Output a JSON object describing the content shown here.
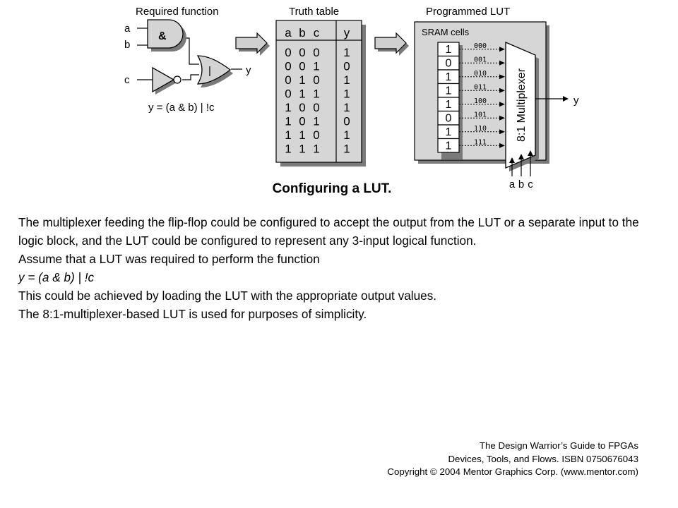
{
  "required_function": {
    "title": "Required function",
    "inputs": [
      "a",
      "b",
      "c"
    ],
    "and_symbol": "&",
    "or_symbol": "|",
    "output": "y",
    "equation": "y = (a & b) | !c"
  },
  "truth_table": {
    "title": "Truth table",
    "headers": [
      "a",
      "b",
      "c",
      "y"
    ],
    "rows": [
      [
        "0",
        "0",
        "0",
        "1"
      ],
      [
        "0",
        "0",
        "1",
        "0"
      ],
      [
        "0",
        "1",
        "0",
        "1"
      ],
      [
        "0",
        "1",
        "1",
        "1"
      ],
      [
        "1",
        "0",
        "0",
        "1"
      ],
      [
        "1",
        "0",
        "1",
        "0"
      ],
      [
        "1",
        "1",
        "0",
        "1"
      ],
      [
        "1",
        "1",
        "1",
        "1"
      ]
    ]
  },
  "programmed_lut": {
    "title": "Programmed LUT",
    "sram_label": "SRAM cells",
    "sram_values": [
      "1",
      "0",
      "1",
      "1",
      "1",
      "0",
      "1",
      "1"
    ],
    "mux_addresses": [
      "000",
      "001",
      "010",
      "011",
      "100",
      "101",
      "110",
      "111"
    ],
    "mux_label": "8:1 Multiplexer",
    "output": "y",
    "select_inputs": [
      "a",
      "b",
      "c"
    ]
  },
  "caption": "Configuring a LUT.",
  "body": {
    "para1": "The multiplexer feeding the flip-flop could be configured to accept the output from the LUT or a separate input to the logic block, and the LUT could be configured to represent any 3-input logical function.",
    "line2": "Assume that a LUT was required to perform the function",
    "line3": "y = (a & b) | !c",
    "line4": "This could be achieved by loading the LUT with the appropriate output values.",
    "line5": "The 8:1-multiplexer-based LUT is used for purposes of simplicity."
  },
  "credit": {
    "line1": "The Design Warrior’s Guide to FPGAs",
    "line2": "Devices, Tools, and Flows. ISBN 0750676043",
    "line3": "Copyright © 2004 Mentor Graphics Corp. (www.mentor.com)"
  }
}
